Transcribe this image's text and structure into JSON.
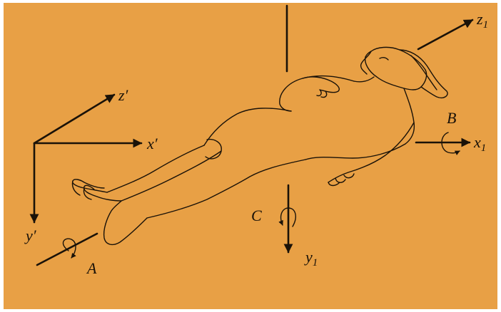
{
  "colors": {
    "background": "#E8A045",
    "ink": "#1A1208",
    "border": "#FFFFFF"
  },
  "labels": {
    "z_prime": "z′",
    "x_prime": "x′",
    "y_prime": "y′",
    "z1_base": "z",
    "z1_sub": "1",
    "x1_base": "x",
    "x1_sub": "1",
    "y1_base": "y",
    "y1_sub": "1",
    "A": "A",
    "B": "B",
    "C": "C"
  },
  "figure": {
    "subject": "reclining-human-figure"
  }
}
